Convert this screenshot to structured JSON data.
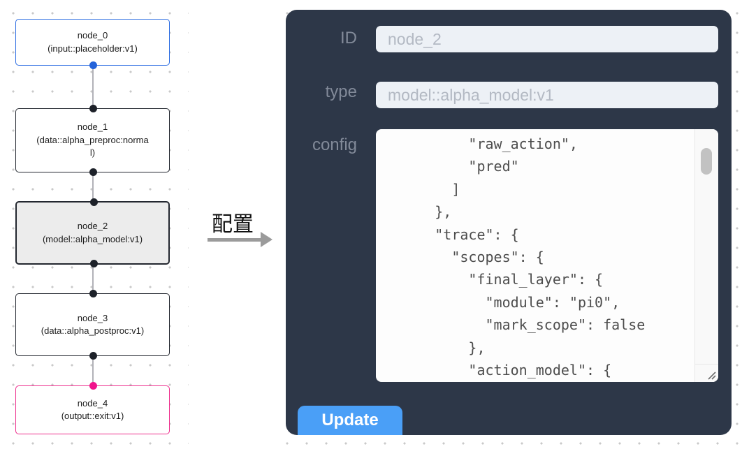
{
  "flow": {
    "nodes": [
      {
        "title": "node_0",
        "subtitle": "(input::placeholder:v1)",
        "variant": "input"
      },
      {
        "title": "node_1",
        "subtitle": "(data::alpha_preproc:normal)",
        "variant": "default"
      },
      {
        "title": "node_2",
        "subtitle": "(model::alpha_model:v1)",
        "variant": "selected"
      },
      {
        "title": "node_3",
        "subtitle": "(data::alpha_postproc:v1)",
        "variant": "default"
      },
      {
        "title": "node_4",
        "subtitle": "(output::exit:v1)",
        "variant": "output"
      }
    ],
    "colors": {
      "input_accent": "#2b6ce2",
      "output_accent": "#ee2e8d",
      "node_border": "#23272f",
      "selected_bg": "#ececec",
      "edge": "#b2b2b8"
    }
  },
  "middle": {
    "label": "配置"
  },
  "panel": {
    "bg": "#2d3748",
    "button_color": "#4a9ff7",
    "fields": [
      {
        "label": "ID",
        "value": "node_2"
      },
      {
        "label": "type",
        "value": "model::alpha_model:v1"
      }
    ],
    "config_label": "config",
    "config_lines": [
      "          \"raw_action\",",
      "          \"pred\"",
      "        ]",
      "      },",
      "      \"trace\": {",
      "        \"scopes\": {",
      "          \"final_layer\": {",
      "            \"module\": \"pi0\",",
      "            \"mark_scope\": false",
      "          },",
      "          \"action_model\": {"
    ],
    "update_label": "Update"
  }
}
